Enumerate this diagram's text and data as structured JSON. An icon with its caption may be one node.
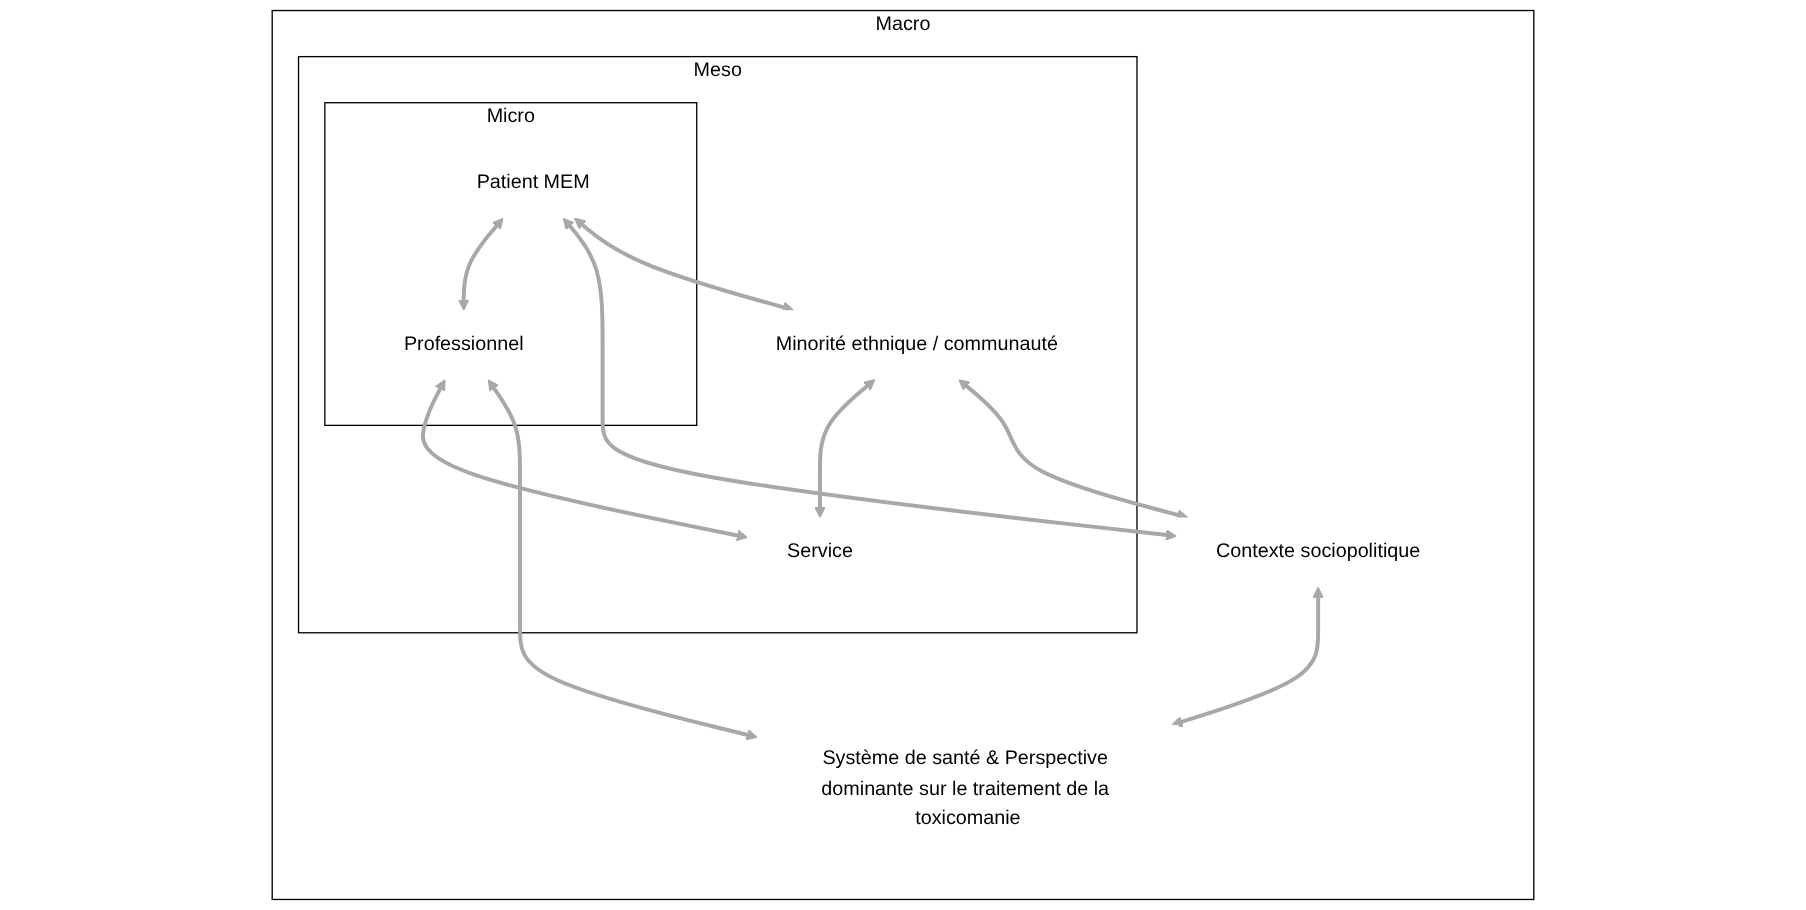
{
  "diagram": {
    "nodes": [
      {
        "text": [
          "Macro"
        ]
      },
      {
        "text": [
          "Meso"
        ],
        "in": 0
      },
      {
        "text": [
          "Micro"
        ],
        "in": 1
      },
      {
        "text": [
          "Patient MEM"
        ],
        "in": 2
      },
      {
        "text": [
          "Professionnel"
        ],
        "in": 2
      },
      {
        "text": [
          "Minorité ethnique / communauté"
        ],
        "in": 1
      },
      {
        "text": [
          "Service"
        ],
        "in": 1
      },
      {
        "text": [
          "Contexte sociopolitique"
        ],
        "in": 0
      },
      {
        "text": [
          "Système de santé & Perspective dominante sur le traitement de la toxicomanie"
        ],
        "in": 0
      }
    ],
    "edges": [
      {
        "from": 3,
        "to": 4,
        "arrow": "both"
      },
      {
        "from": 3,
        "to": 7,
        "arrow": "both"
      },
      {
        "from": 3,
        "to": 5,
        "arrow": "both"
      },
      {
        "from": 5,
        "to": 6,
        "arrow": "both"
      },
      {
        "from": 4,
        "to": 6,
        "arrow": "both"
      },
      {
        "from": 4,
        "to": 8,
        "arrow": "both"
      },
      {
        "from": 5,
        "to": 7,
        "arrow": "both"
      },
      {
        "from": 7,
        "to": 8,
        "arrow": "both"
      }
    ]
  }
}
